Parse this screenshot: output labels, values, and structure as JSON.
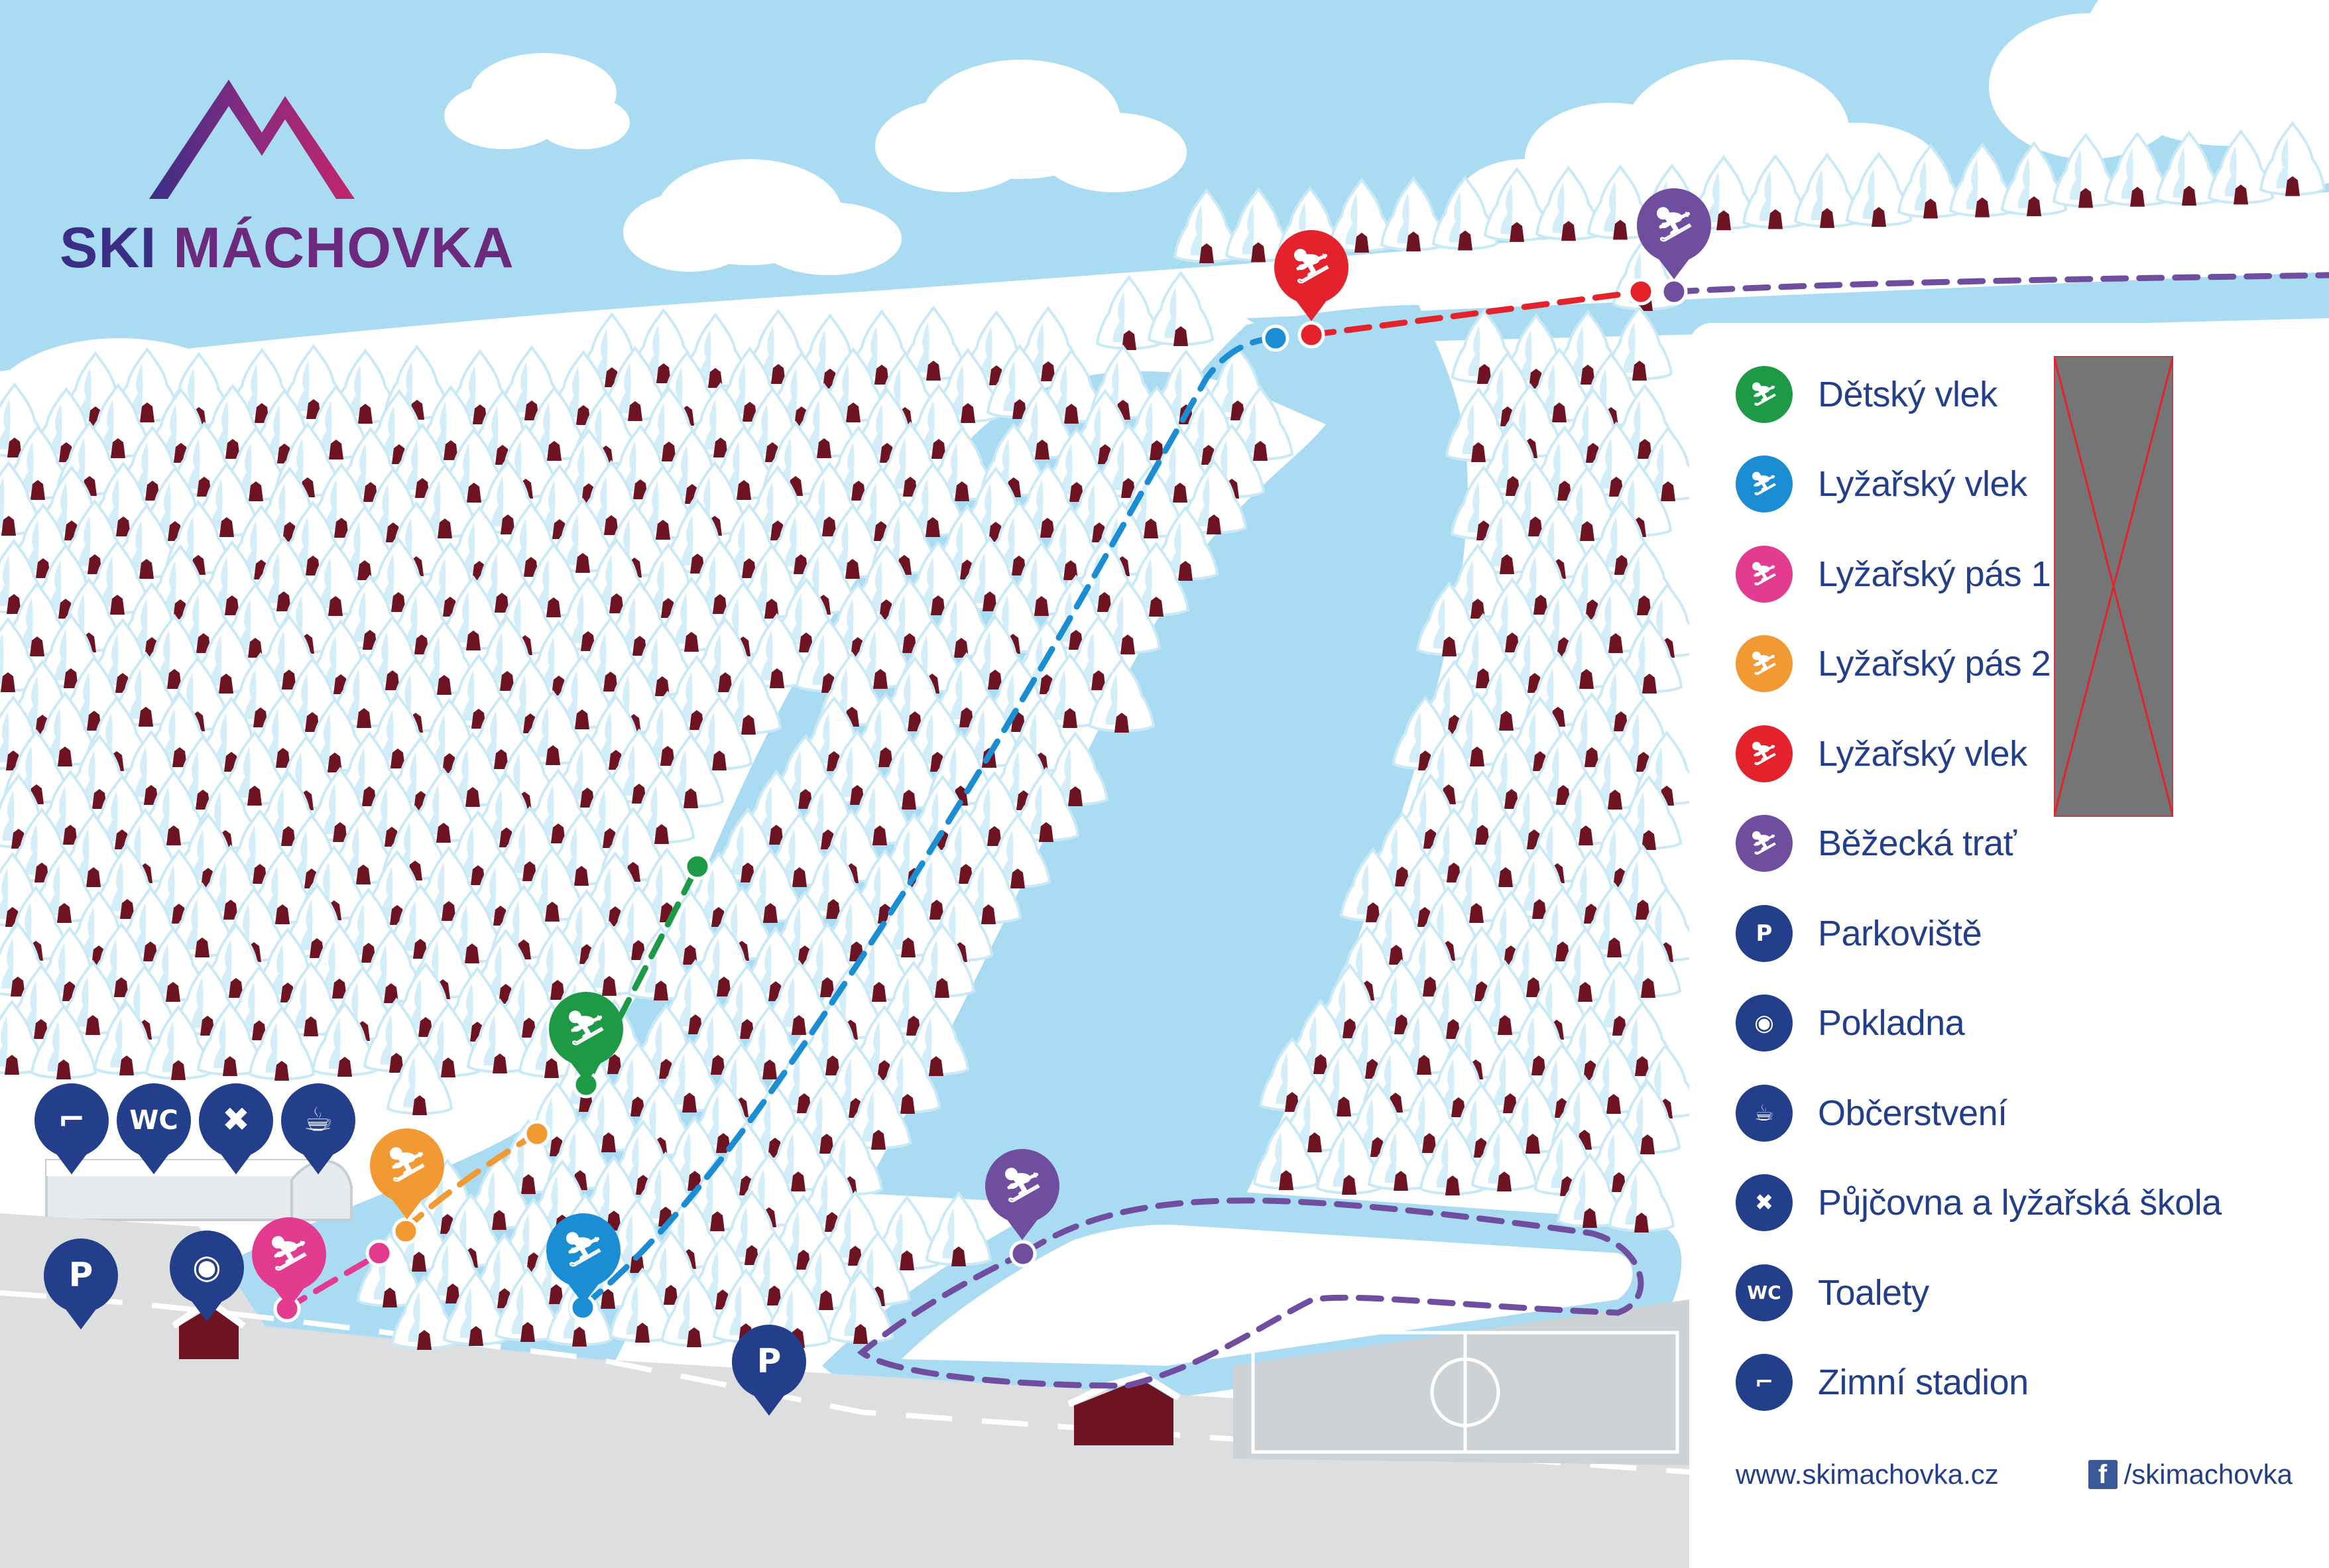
{
  "brand": {
    "name_part1": "SKI",
    "name_part2": "MÁCHOVKA",
    "colors": {
      "dark_blue": "#3a2e86",
      "purple": "#6b2a7e",
      "magenta": "#c2266a"
    }
  },
  "legend": {
    "items": [
      {
        "label": "Dětský vlek",
        "icon": "children-lift-icon",
        "color": "#1e9a46",
        "glyph": "⛷"
      },
      {
        "label": "Lyžařský vlek",
        "icon": "ski-lift-icon",
        "color": "#1b8ed3",
        "glyph": "⛷"
      },
      {
        "label": "Lyžařský pás 1",
        "icon": "ski-conveyor-1-icon",
        "color": "#e23b8f",
        "glyph": "⛷"
      },
      {
        "label": "Lyžařský pás 2",
        "icon": "ski-conveyor-2-icon",
        "color": "#f19a33",
        "glyph": "⛷"
      },
      {
        "label": "Lyžařský vlek",
        "icon": "ski-lift-red-icon",
        "color": "#e3222c",
        "glyph": "⛷"
      },
      {
        "label": "Běžecká trať",
        "icon": "cross-country-track-icon",
        "color": "#6f4ea0",
        "glyph": "⛷"
      },
      {
        "label": "Parkoviště",
        "icon": "parking-icon",
        "color": "#233e8b",
        "glyph": "P"
      },
      {
        "label": "Pokladna",
        "icon": "ticket-office-icon",
        "color": "#233e8b",
        "glyph": "◉"
      },
      {
        "label": "Občerstvení",
        "icon": "refreshments-icon",
        "color": "#233e8b",
        "glyph": "☕"
      },
      {
        "label": "Půjčovna a lyžařská škola",
        "icon": "ski-rental-school-icon",
        "color": "#233e8b",
        "glyph": "✖"
      },
      {
        "label": "Toalety",
        "icon": "toilets-icon",
        "color": "#233e8b",
        "glyph": "WC"
      },
      {
        "label": "Zimní stadion",
        "icon": "ice-stadium-icon",
        "color": "#233e8b",
        "glyph": "⌐"
      }
    ],
    "website": "www.skimachovka.cz",
    "facebook": "/skimachovka"
  },
  "map": {
    "markers": [
      {
        "name": "hockey-marker",
        "glyph": "⌐",
        "color": "#233e8b"
      },
      {
        "name": "toilets-marker",
        "glyph": "WC",
        "color": "#233e8b"
      },
      {
        "name": "rental-marker",
        "glyph": "✖",
        "color": "#233e8b"
      },
      {
        "name": "refreshments-marker",
        "glyph": "☕",
        "color": "#233e8b"
      },
      {
        "name": "parking-marker-left",
        "glyph": "P",
        "color": "#233e8b"
      },
      {
        "name": "ticket-office-marker",
        "glyph": "◉",
        "color": "#233e8b"
      },
      {
        "name": "conveyor-1-marker",
        "glyph": "⛷",
        "color": "#e23b8f"
      },
      {
        "name": "conveyor-2-marker",
        "glyph": "⛷",
        "color": "#f19a33"
      },
      {
        "name": "children-lift-marker",
        "glyph": "⛷",
        "color": "#1e9a46"
      },
      {
        "name": "ski-lift-blue-marker",
        "glyph": "⛷",
        "color": "#1b8ed3"
      },
      {
        "name": "parking-marker-center",
        "glyph": "P",
        "color": "#233e8b"
      },
      {
        "name": "cross-country-marker",
        "glyph": "⛷",
        "color": "#6f4ea0"
      },
      {
        "name": "ski-lift-red-marker",
        "glyph": "⛷",
        "color": "#e3222c"
      },
      {
        "name": "cross-country-marker-top",
        "glyph": "⛷",
        "color": "#6f4ea0"
      }
    ]
  }
}
